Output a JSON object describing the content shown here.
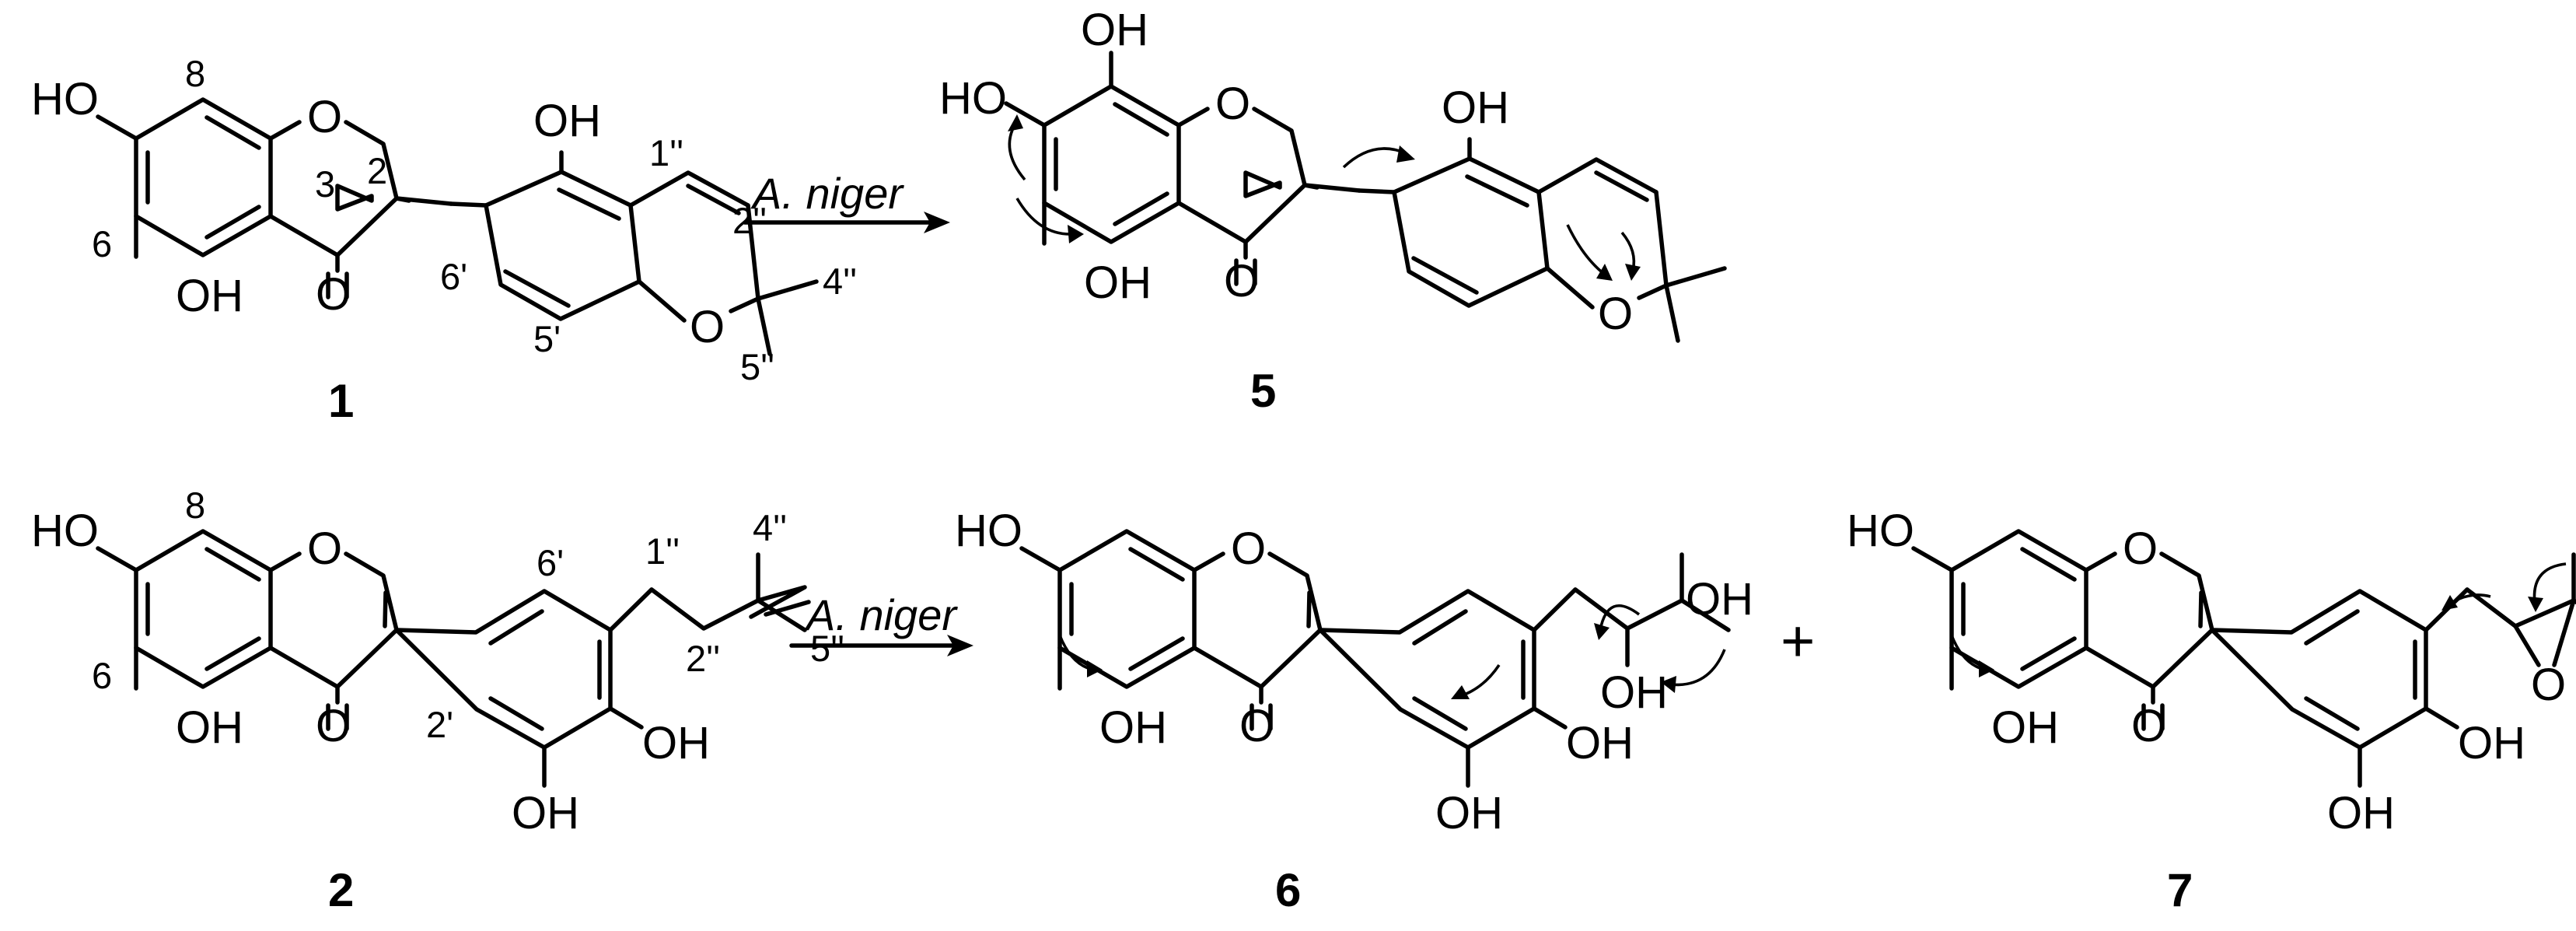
{
  "reagent": "A. niger",
  "plus": "+",
  "atoms": {
    "O": "O",
    "OH": "OH",
    "HO": "HO"
  },
  "compounds": [
    {
      "id": "1",
      "locants": [
        "8",
        "2",
        "3",
        "6",
        "1''",
        "2''",
        "6'",
        "5'",
        "4''",
        "5''"
      ]
    },
    {
      "id": "5"
    },
    {
      "id": "2",
      "locants": [
        "8",
        "6",
        "6'",
        "1''",
        "4''",
        "2''",
        "5''",
        "2'"
      ]
    },
    {
      "id": "6"
    },
    {
      "id": "7"
    }
  ]
}
